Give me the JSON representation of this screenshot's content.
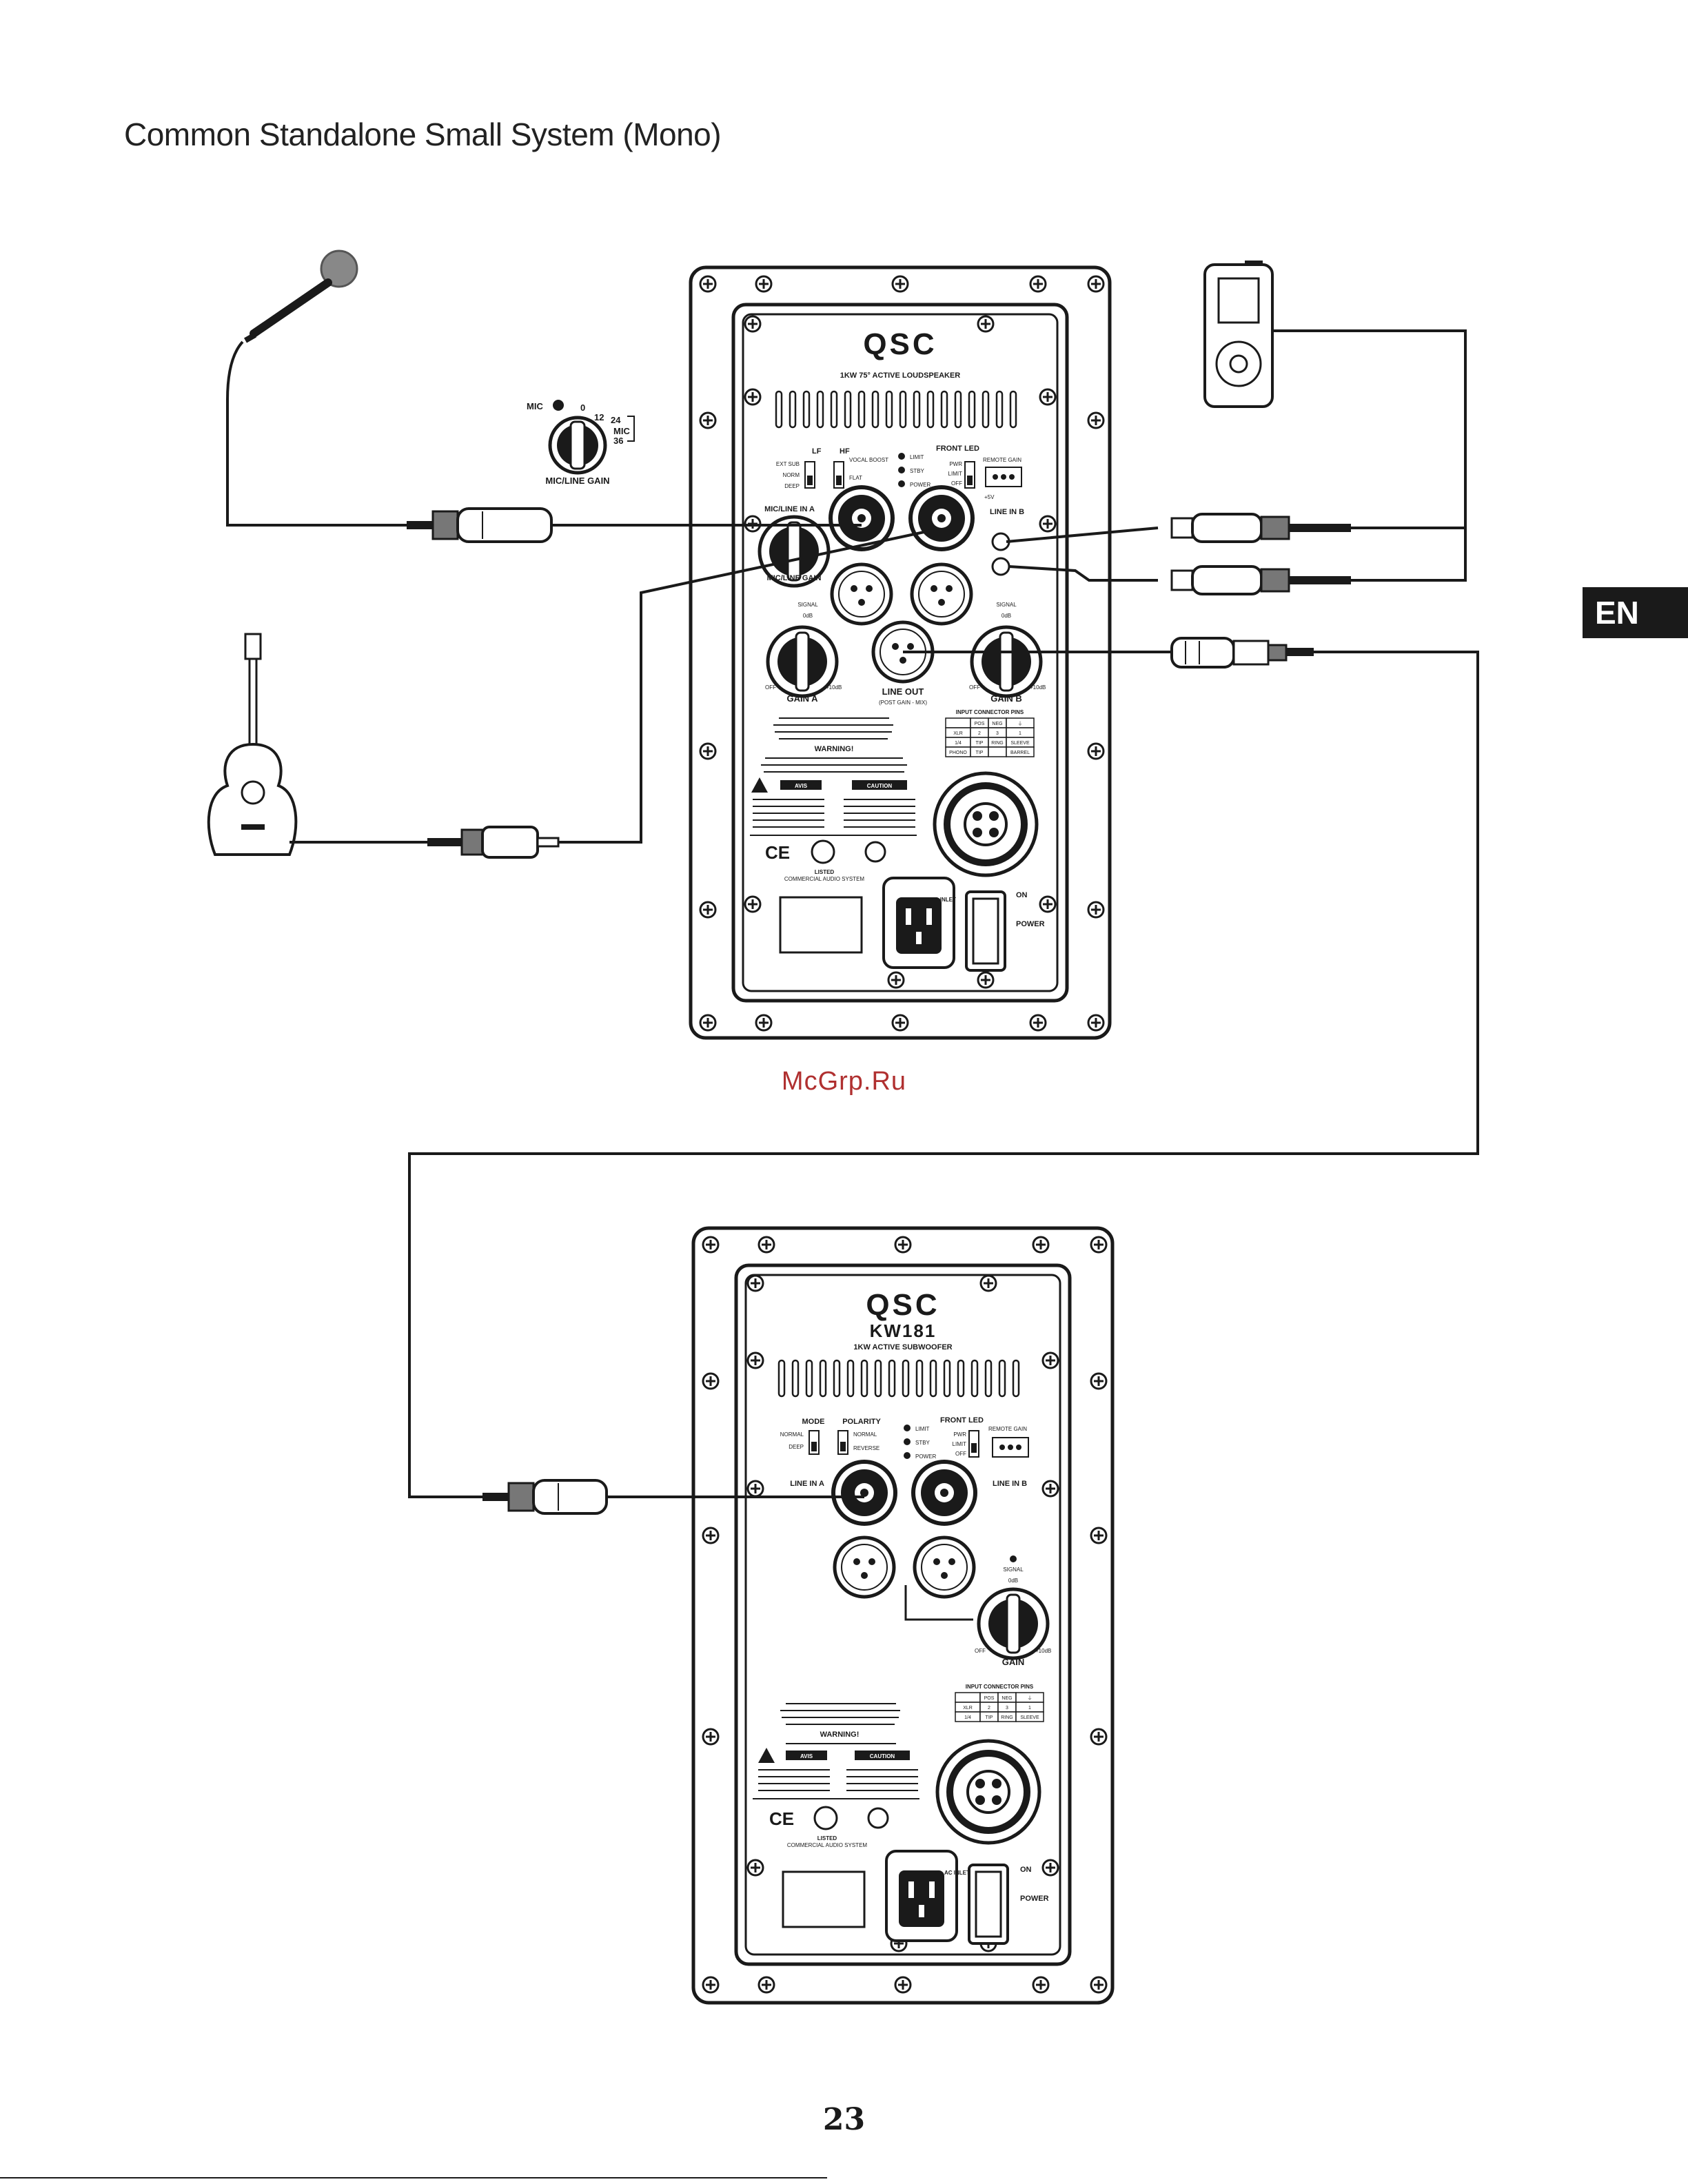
{
  "page": {
    "title": "Common Standalone Small System (Mono)",
    "language_tab": "EN",
    "page_number": "23",
    "watermark": "McGrp.Ru"
  },
  "gain_knob_callout": {
    "mic": "MIC",
    "zero": "0",
    "twelve": "12",
    "twentyfour": "24",
    "mic_label": "MIC",
    "thirtysix": "36",
    "caption": "MIC/LINE GAIN"
  },
  "speaker_panel": {
    "brand": "QSC",
    "model_line": "1KW 75° ACTIVE LOUDSPEAKER",
    "lf": "LF",
    "hf": "HF",
    "ext_sub": "EXT SUB",
    "norm": "NORM",
    "deep": "DEEP",
    "vocal_boost": "VOCAL BOOST",
    "flat": "FLAT",
    "limit": "LIMIT",
    "stby": "STBY",
    "power": "POWER",
    "front_led": "FRONT LED",
    "pwr": "PWR",
    "limit2": "LIMIT",
    "off": "OFF",
    "remote_gain": "REMOTE GAIN",
    "remote_pins": "+5V",
    "mic_line_in_a": "MIC/LINE IN A",
    "line_in_b": "LINE IN B",
    "mic_line_gain": "MIC/LINE GAIN",
    "signal_a": "SIGNAL",
    "zero_db_a": "0dB",
    "signal_b": "SIGNAL",
    "zero_db_b": "0dB",
    "off_a": "OFF",
    "plus10_a": "+10dB",
    "gain_a": "GAIN A",
    "off_b": "OFF",
    "plus10_b": "+10dB",
    "gain_b": "GAIN B",
    "line_out": "LINE OUT",
    "line_out_sub": "(POST GAIN - MIX)",
    "input_pins_title": "INPUT CONNECTOR PINS",
    "warning": "WARNING!",
    "avis": "AVIS",
    "caution": "CAUTION",
    "ce": "CE",
    "listed": "LISTED",
    "listed_sub": "COMMERCIAL AUDIO SYSTEM",
    "ac_inlet": "AC INLET",
    "on": "ON",
    "power_switch": "POWER"
  },
  "sub_panel": {
    "brand": "QSC",
    "model": "KW181",
    "model_line": "1KW ACTIVE SUBWOOFER",
    "mode": "MODE",
    "normal": "NORMAL",
    "deep": "DEEP",
    "polarity": "POLARITY",
    "pol_normal": "NORMAL",
    "reverse": "REVERSE",
    "limit": "LIMIT",
    "stby": "STBY",
    "power": "POWER",
    "front_led": "FRONT LED",
    "pwr": "PWR",
    "limit2": "LIMIT",
    "off": "OFF",
    "remote_gain": "REMOTE GAIN",
    "line_in_a": "LINE IN A",
    "line_in_b": "LINE IN B",
    "signal": "SIGNAL",
    "zero_db": "0dB",
    "off_k": "OFF",
    "plus10": "+10dB",
    "gain": "GAIN",
    "input_pins_title": "INPUT CONNECTOR PINS",
    "warning": "WARNING!",
    "avis": "AVIS",
    "caution": "CAUTION",
    "ce": "CE",
    "listed": "LISTED",
    "listed_sub": "COMMERCIAL AUDIO SYSTEM",
    "ac_inlet": "AC INLET",
    "on": "ON",
    "power_switch": "POWER"
  },
  "pin_table": {
    "header": [
      "",
      "POS",
      "NEG",
      "⏚"
    ],
    "rows": [
      [
        "XLR",
        "2",
        "3",
        "1"
      ],
      [
        "1/4",
        "TIP",
        "RING",
        "SLEEVE"
      ],
      [
        "PHONO",
        "TIP",
        "",
        "BARREL"
      ]
    ]
  },
  "pin_table_sub": {
    "header": [
      "",
      "POS",
      "NEG",
      "⏚"
    ],
    "rows": [
      [
        "XLR",
        "2",
        "3",
        "1"
      ],
      [
        "1/4",
        "TIP",
        "RING",
        "SLEEVE"
      ]
    ]
  },
  "colors": {
    "ink": "#1a1a1a",
    "tab_bg": "#1a1a1a",
    "watermark": "#b03030"
  }
}
